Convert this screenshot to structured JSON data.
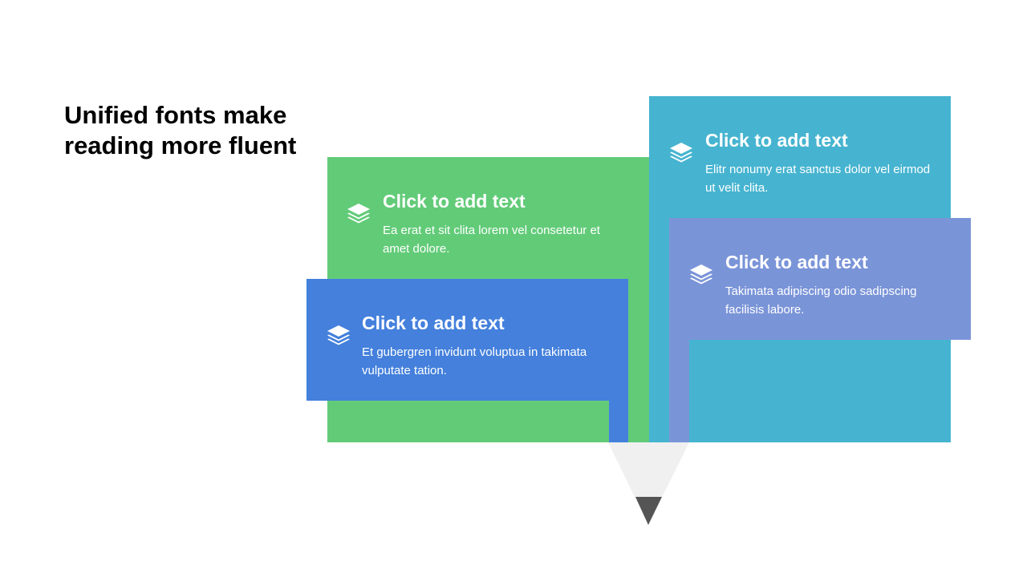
{
  "slide": {
    "heading": "Unified fonts make reading more fluent"
  },
  "cards": [
    {
      "id": "green",
      "color": "#62cb78",
      "title": "Click to add text",
      "body": "Ea erat et sit clita lorem vel consetetur et amet dolore.",
      "icon": "layers-icon"
    },
    {
      "id": "blue",
      "color": "#4480dc",
      "title": "Click to add text",
      "body": "Et gubergren invidunt voluptua in takimata vulputate tation.",
      "icon": "layers-icon"
    },
    {
      "id": "teal",
      "color": "#46b4d0",
      "title": "Click to add text",
      "body": "Elitr nonumy erat sanctus dolor vel eirmod ut velit clita.",
      "icon": "layers-icon"
    },
    {
      "id": "purple",
      "color": "#7a94d8",
      "title": "Click to add text",
      "body": "Takimata adipiscing odio sadipscing facilisis labore.",
      "icon": "layers-icon"
    }
  ],
  "pencil": {
    "wood_color": "#f0f0f0",
    "lead_color": "#555555"
  }
}
